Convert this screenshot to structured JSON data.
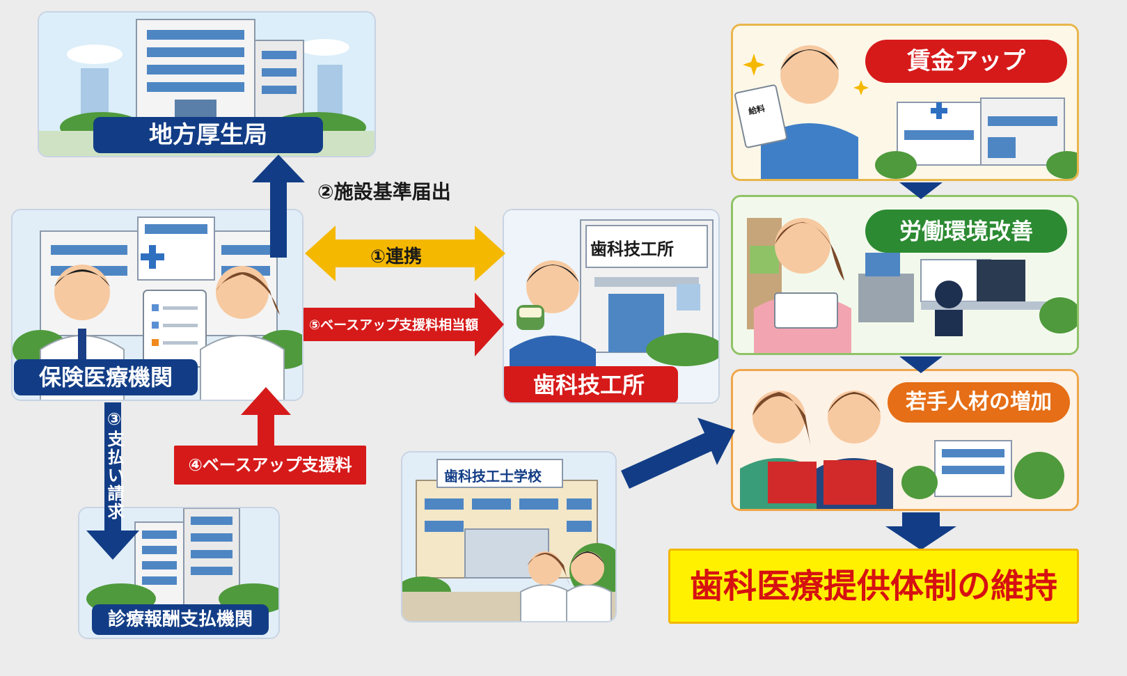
{
  "nodes": {
    "regional_bureau": "地方厚生局",
    "medical_institution": "保険医療機関",
    "payment_agency": "診療報酬支払機関",
    "dental_lab_sign": "歯科技工所",
    "dental_lab": "歯科技工所",
    "school_sign": "歯科技工士学校",
    "wage_up": "賃金アップ",
    "work_env": "労働環境改善",
    "young_talent": "若手人材の増加",
    "final": "歯科医療提供体制の維持",
    "payslip": "給料"
  },
  "flows": {
    "step1": "①連携",
    "step2": "②施設基準届出",
    "step3": "③支払い請求",
    "step4": "④ベースアップ支援料",
    "step5": "⑤ベースアップ支援料相当額"
  },
  "colors": {
    "navy": "#123d86",
    "red": "#d61a1a",
    "yellow": "#f5b800",
    "green": "#2c8a32",
    "orange": "#e56e16",
    "highlight": "#fff100"
  }
}
